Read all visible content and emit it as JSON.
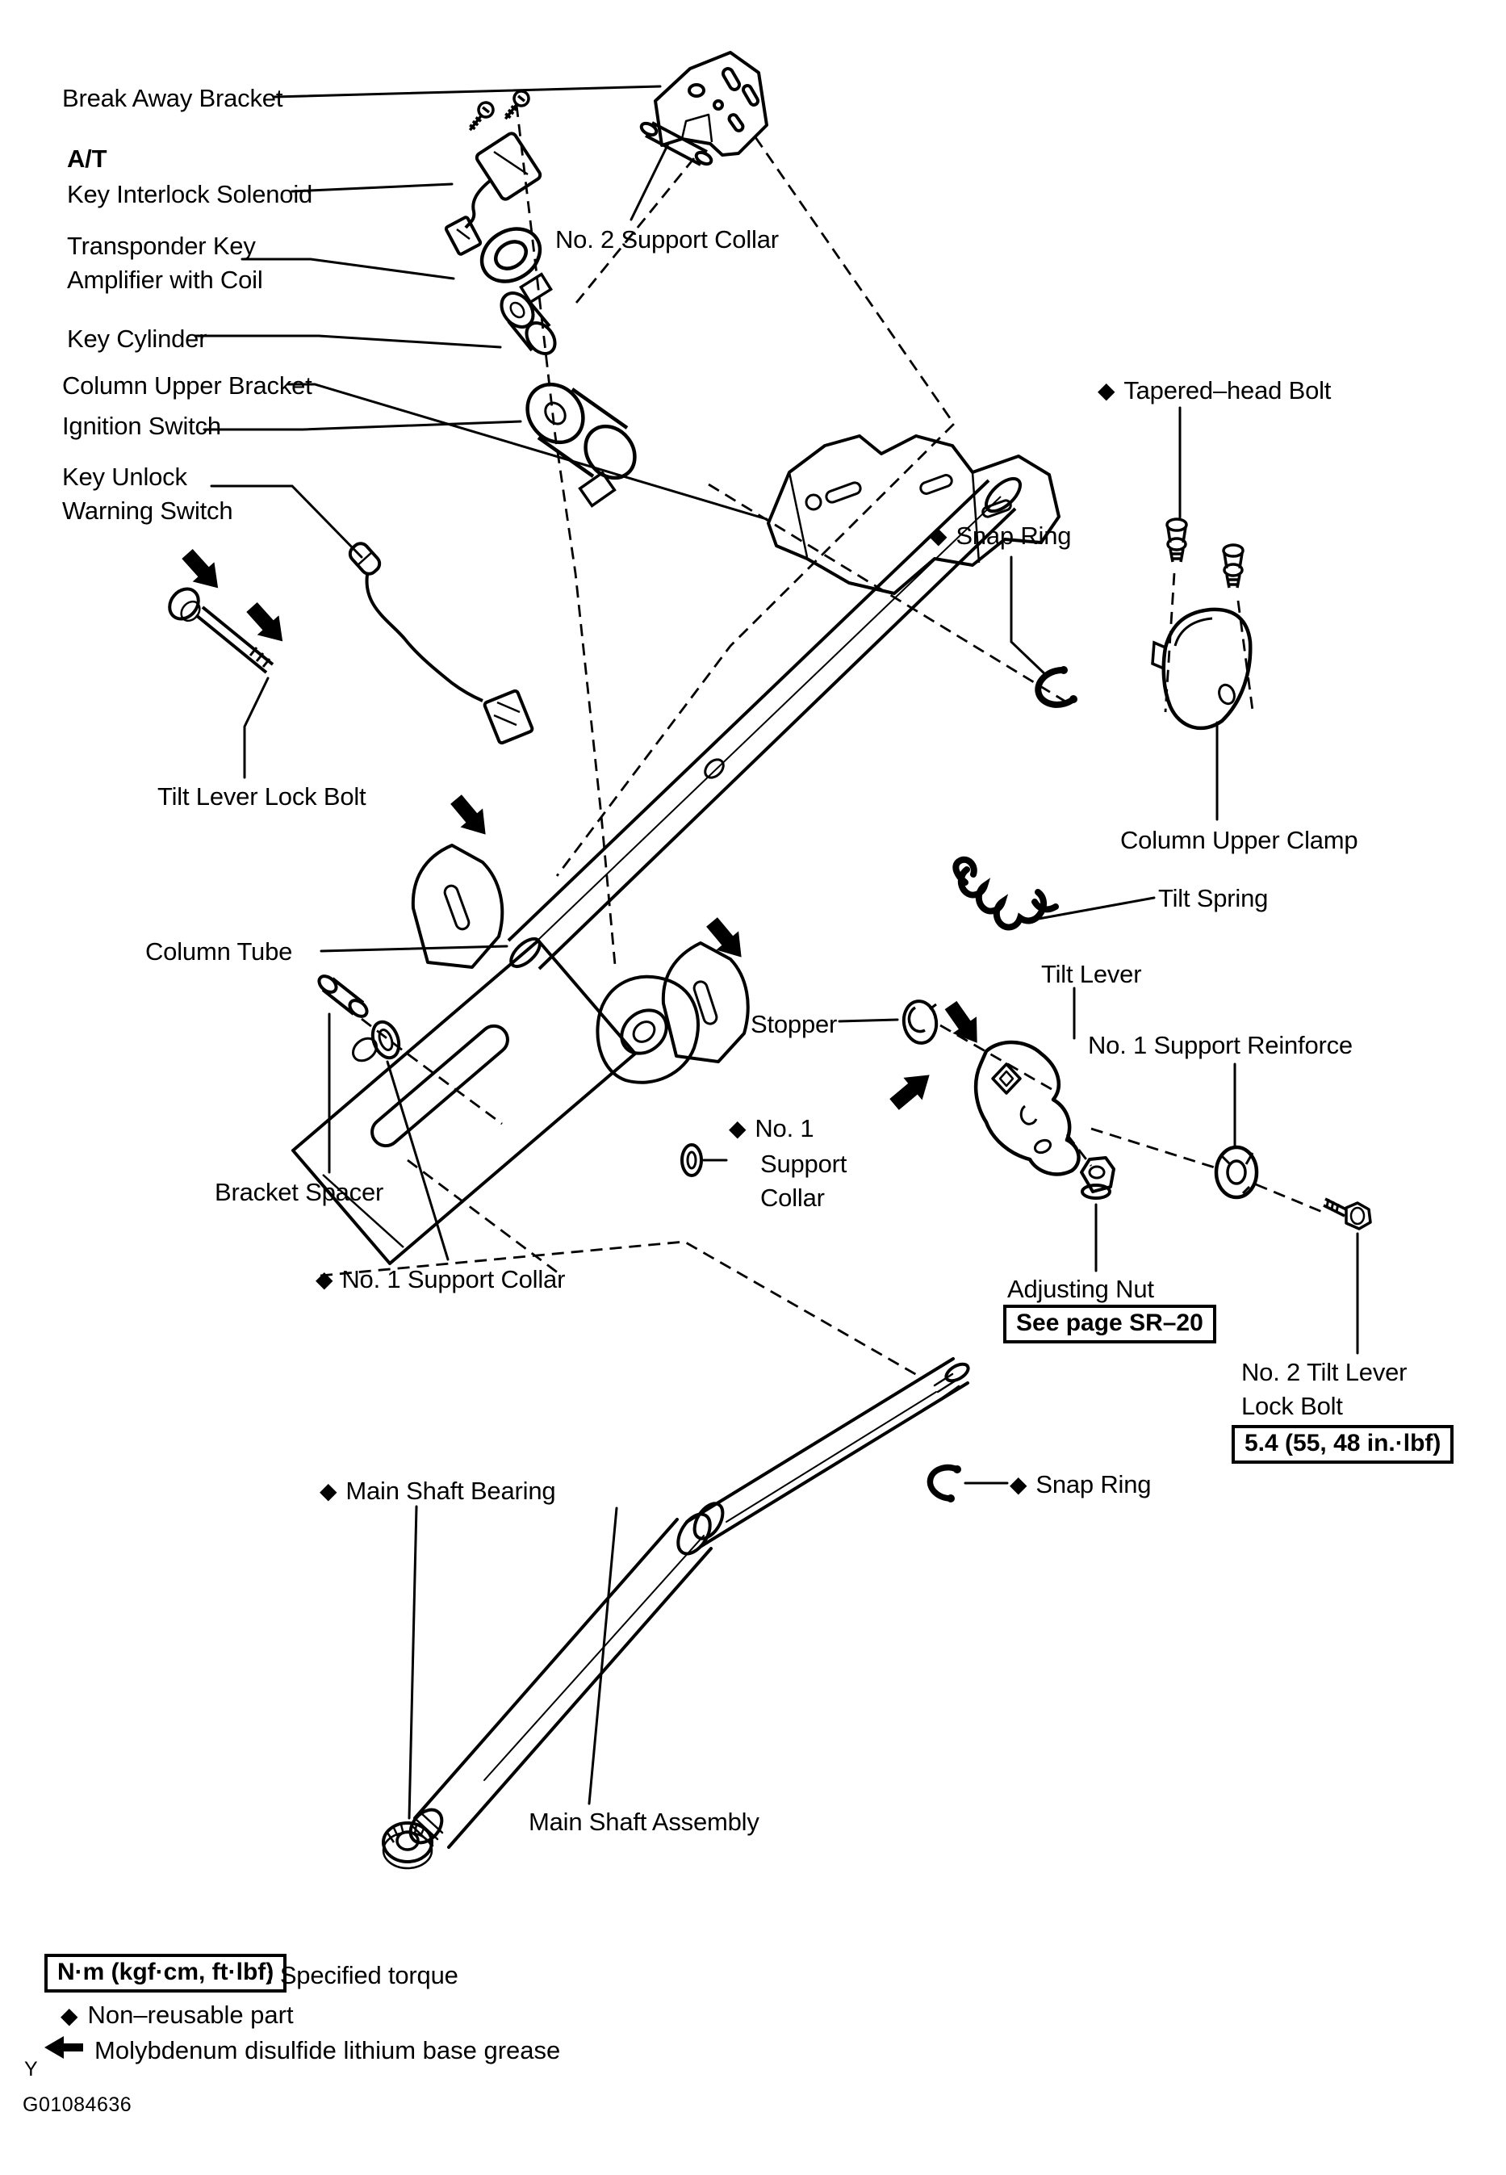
{
  "diagram": {
    "figure_code": "G01084636",
    "page_marker": "Y",
    "diamond": "◆",
    "labels": {
      "break_away_bracket": "Break Away Bracket",
      "at": "A/T",
      "key_interlock_solenoid": "Key Interlock Solenoid",
      "transponder_line1": "Transponder Key",
      "transponder_line2": "Amplifier with Coil",
      "key_cylinder": "Key Cylinder",
      "column_upper_bracket": "Column Upper Bracket",
      "ignition_switch": "Ignition Switch",
      "key_unlock_line1": "Key Unlock",
      "key_unlock_line2": "Warning Switch",
      "no2_support_collar": "No. 2 Support Collar",
      "tapered_head_bolt": "Tapered–head Bolt",
      "snap_ring_upper": "Snap Ring",
      "column_upper_clamp": "Column Upper Clamp",
      "tilt_spring": "Tilt Spring",
      "tilt_lever": "Tilt Lever",
      "no1_support_reinforce": "No. 1 Support Reinforce",
      "tilt_lever_lock_bolt": "Tilt Lever Lock Bolt",
      "column_tube": "Column Tube",
      "stopper": "Stopper",
      "no1_collar_center_line1": "No. 1",
      "no1_collar_center_line2": "Support",
      "no1_collar_center_line3": "Collar",
      "bracket_spacer": "Bracket Spacer",
      "no1_support_collar_left": "No. 1 Support Collar",
      "adjusting_nut": "Adjusting Nut",
      "see_page": "See page SR–20",
      "no2_tilt_lever_line1": "No. 2 Tilt Lever",
      "no2_tilt_lever_line2": "Lock Bolt",
      "torque_value": "5.4 (55, 48 in.·lbf)",
      "snap_ring_lower": "Snap Ring",
      "main_shaft_bearing": "Main Shaft Bearing",
      "main_shaft_assembly": "Main Shaft Assembly"
    },
    "legend": {
      "torque_box": "N·m (kgf·cm, ft·lbf)",
      "torque_desc": ": Specified torque",
      "non_reusable": "Non–reusable part",
      "grease": "Molybdenum disulfide lithium base grease"
    }
  }
}
